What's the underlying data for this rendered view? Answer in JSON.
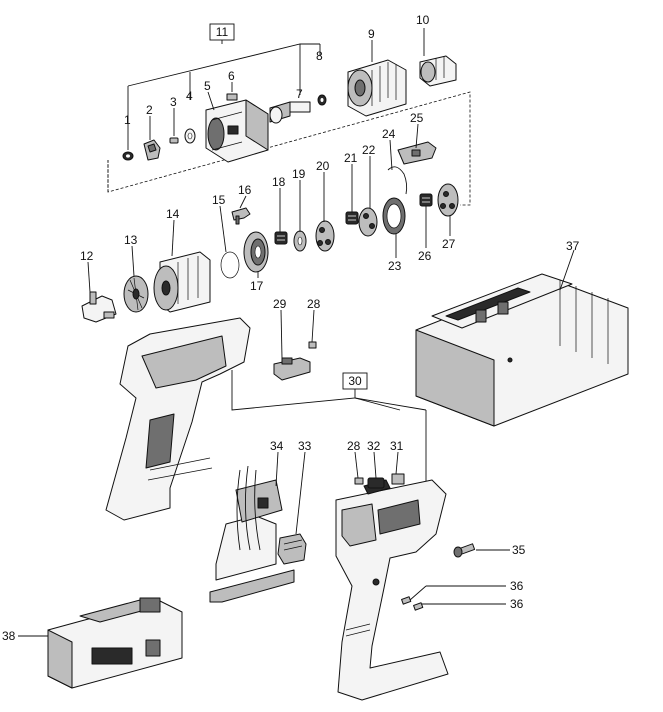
{
  "diagram": {
    "group_boxes": {
      "main_unit": "11",
      "housing": "30"
    },
    "part_numbers": {
      "p1": "1",
      "p2": "2",
      "p3": "3",
      "p4": "4",
      "p5": "5",
      "p6": "6",
      "p7": "7",
      "p8": "8",
      "p9": "9",
      "p10": "10",
      "p12": "12",
      "p13": "13",
      "p14": "14",
      "p15": "15",
      "p16": "16",
      "p17": "17",
      "p18": "18",
      "p19": "19",
      "p20": "20",
      "p21": "21",
      "p22": "22",
      "p23": "23",
      "p24": "24",
      "p25": "25",
      "p26": "26",
      "p27": "27",
      "p28a": "28",
      "p29": "29",
      "p28b": "28",
      "p32": "32",
      "p31": "31",
      "p33": "33",
      "p34": "34",
      "p35": "35",
      "p36a": "36",
      "p36b": "36",
      "p37": "37",
      "p38": "38"
    }
  }
}
